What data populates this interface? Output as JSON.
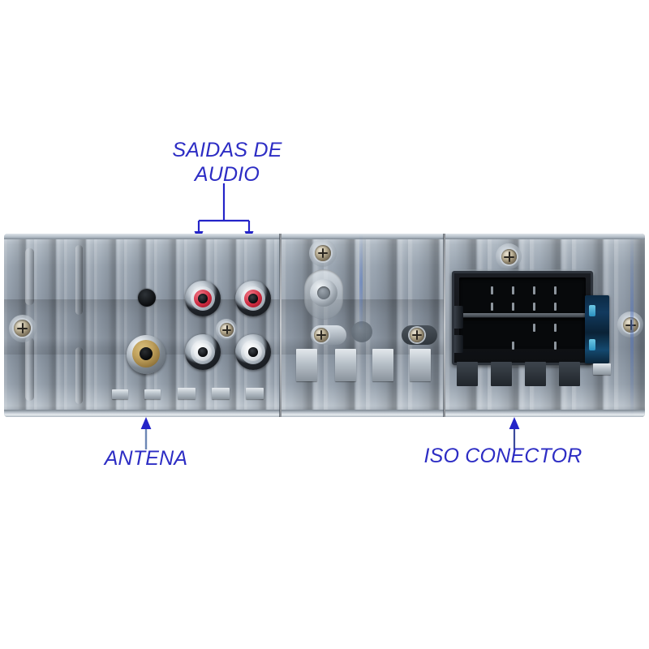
{
  "image": {
    "background_color": "#ffffff",
    "subject": "car-stereo-head-unit-rear-panel"
  },
  "annotations": {
    "accent_color": "#2d2dc4",
    "audio": {
      "line1": "SAIDAS DE",
      "line2": "AUDIO",
      "pointer_type": "bracket-two-arrows-down"
    },
    "antena": {
      "label": "ANTENA",
      "pointer_type": "arrow-up"
    },
    "iso": {
      "label": "ISO CONECTOR",
      "pointer_type": "arrow-up"
    }
  },
  "device": {
    "body_color": "#8d98a5",
    "panels": [
      {
        "name": "left-heatsink-panel"
      },
      {
        "name": "center-heatsink-panel"
      },
      {
        "name": "right-connector-panel"
      }
    ],
    "ports": {
      "antenna_jack": {
        "name": "antenna-jack",
        "color": "#bfa05c"
      },
      "rca_outputs": [
        {
          "name": "rca-jack-red-left",
          "color": "#cf2c41"
        },
        {
          "name": "rca-jack-red-right",
          "color": "#cf2c41"
        },
        {
          "name": "rca-jack-white-left",
          "color": "#e2e6ea"
        },
        {
          "name": "rca-jack-white-right",
          "color": "#e2e6ea"
        }
      ],
      "iso_connector": {
        "name": "iso-connector",
        "color": "#0d0f12"
      },
      "iso_side_module": {
        "name": "iso-side-module",
        "color": "#123a5e"
      }
    },
    "fasteners": [
      {
        "name": "screw-left-edge"
      },
      {
        "name": "screw-rca-center"
      },
      {
        "name": "screw-center-top"
      },
      {
        "name": "screw-center-lower-left"
      },
      {
        "name": "screw-center-lower-right"
      },
      {
        "name": "screw-iso-top"
      },
      {
        "name": "screw-right-edge"
      }
    ]
  }
}
